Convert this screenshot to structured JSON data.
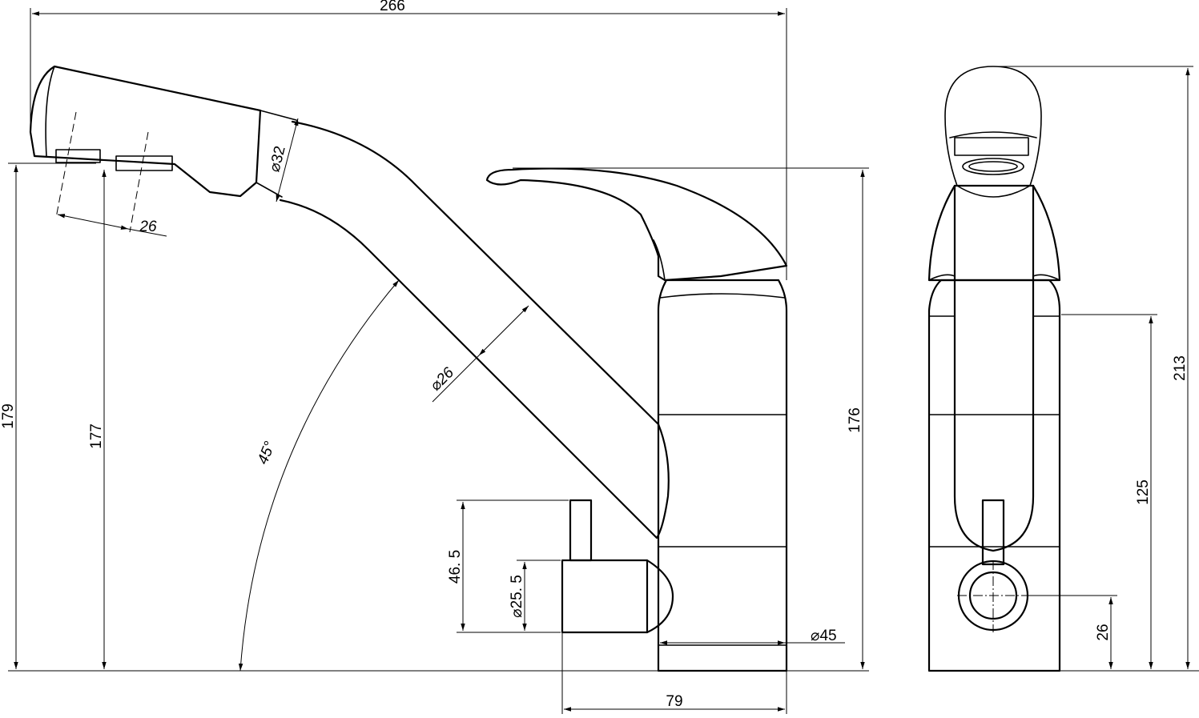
{
  "dimensions": {
    "overall_length": "266",
    "spout_outlet_diameter": "32",
    "aerator_offset": "26",
    "spout_tube_diameter": "26",
    "spout_angle": "45°",
    "outlet_height_total": "179",
    "outlet_height": "177",
    "lever_height": "176",
    "valve_handle_height": "46. 5",
    "valve_diameter": "25. 5",
    "body_diameter": "45",
    "valve_projection": "79",
    "overall_height_side": "213",
    "valve_axis_height": "125",
    "valve_center_offset": "26"
  },
  "symbols": {
    "diameter": "⌀"
  }
}
